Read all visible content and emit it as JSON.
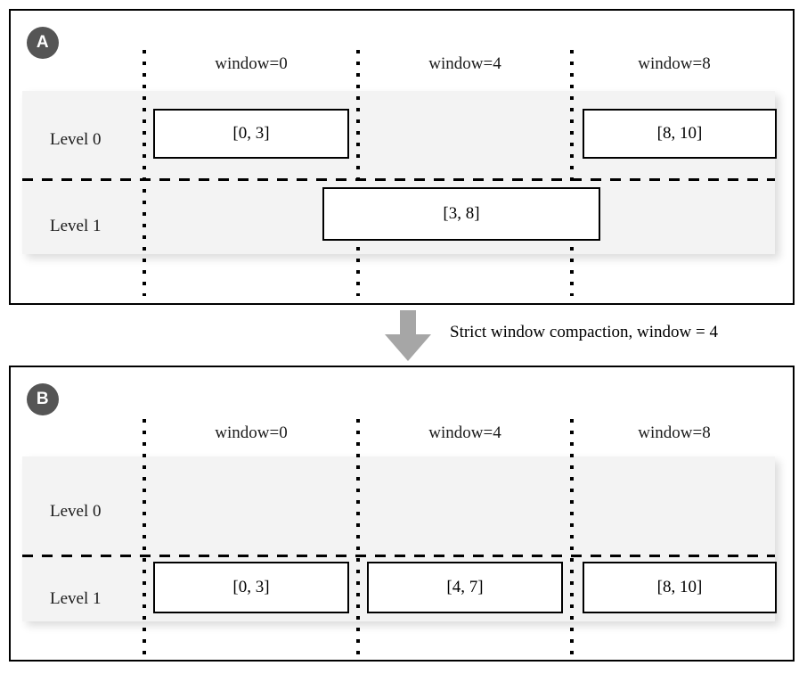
{
  "figure": {
    "type": "diagram",
    "description": "Two-panel before/after diagram of LSM-tree style strict window compaction",
    "transition": {
      "caption": "Strict window compaction, window = 4",
      "arrow_icon": "down-arrow-icon",
      "arrow_color": "#a6a6a6"
    },
    "colors": {
      "badge_fill": "#555555",
      "badge_text": "#ffffff",
      "band_fill": "#f3f3f3",
      "panel_border": "#000000",
      "box_border": "#000000",
      "box_fill": "#ffffff",
      "arrow": "#a6a6a6"
    }
  },
  "panels": [
    {
      "id": "A",
      "badge_label": "A",
      "columns": [
        {
          "label": "window=0",
          "window": 0
        },
        {
          "label": "window=4",
          "window": 4
        },
        {
          "label": "window=8",
          "window": 8
        }
      ],
      "rows": [
        {
          "label": "Level 0",
          "level": 0
        },
        {
          "label": "Level 1",
          "level": 1
        }
      ],
      "boxes": [
        {
          "label": "[0, 3]",
          "level": 0,
          "start": 0,
          "end": 3
        },
        {
          "label": "[8, 10]",
          "level": 0,
          "start": 8,
          "end": 10
        },
        {
          "label": "[3, 8]",
          "level": 1,
          "start": 3,
          "end": 8
        }
      ]
    },
    {
      "id": "B",
      "badge_label": "B",
      "columns": [
        {
          "label": "window=0",
          "window": 0
        },
        {
          "label": "window=4",
          "window": 4
        },
        {
          "label": "window=8",
          "window": 8
        }
      ],
      "rows": [
        {
          "label": "Level 0",
          "level": 0
        },
        {
          "label": "Level 1",
          "level": 1
        }
      ],
      "boxes": [
        {
          "label": "[0, 3]",
          "level": 1,
          "start": 0,
          "end": 3
        },
        {
          "label": "[4, 7]",
          "level": 1,
          "start": 4,
          "end": 7
        },
        {
          "label": "[8, 10]",
          "level": 1,
          "start": 8,
          "end": 10
        }
      ]
    }
  ]
}
